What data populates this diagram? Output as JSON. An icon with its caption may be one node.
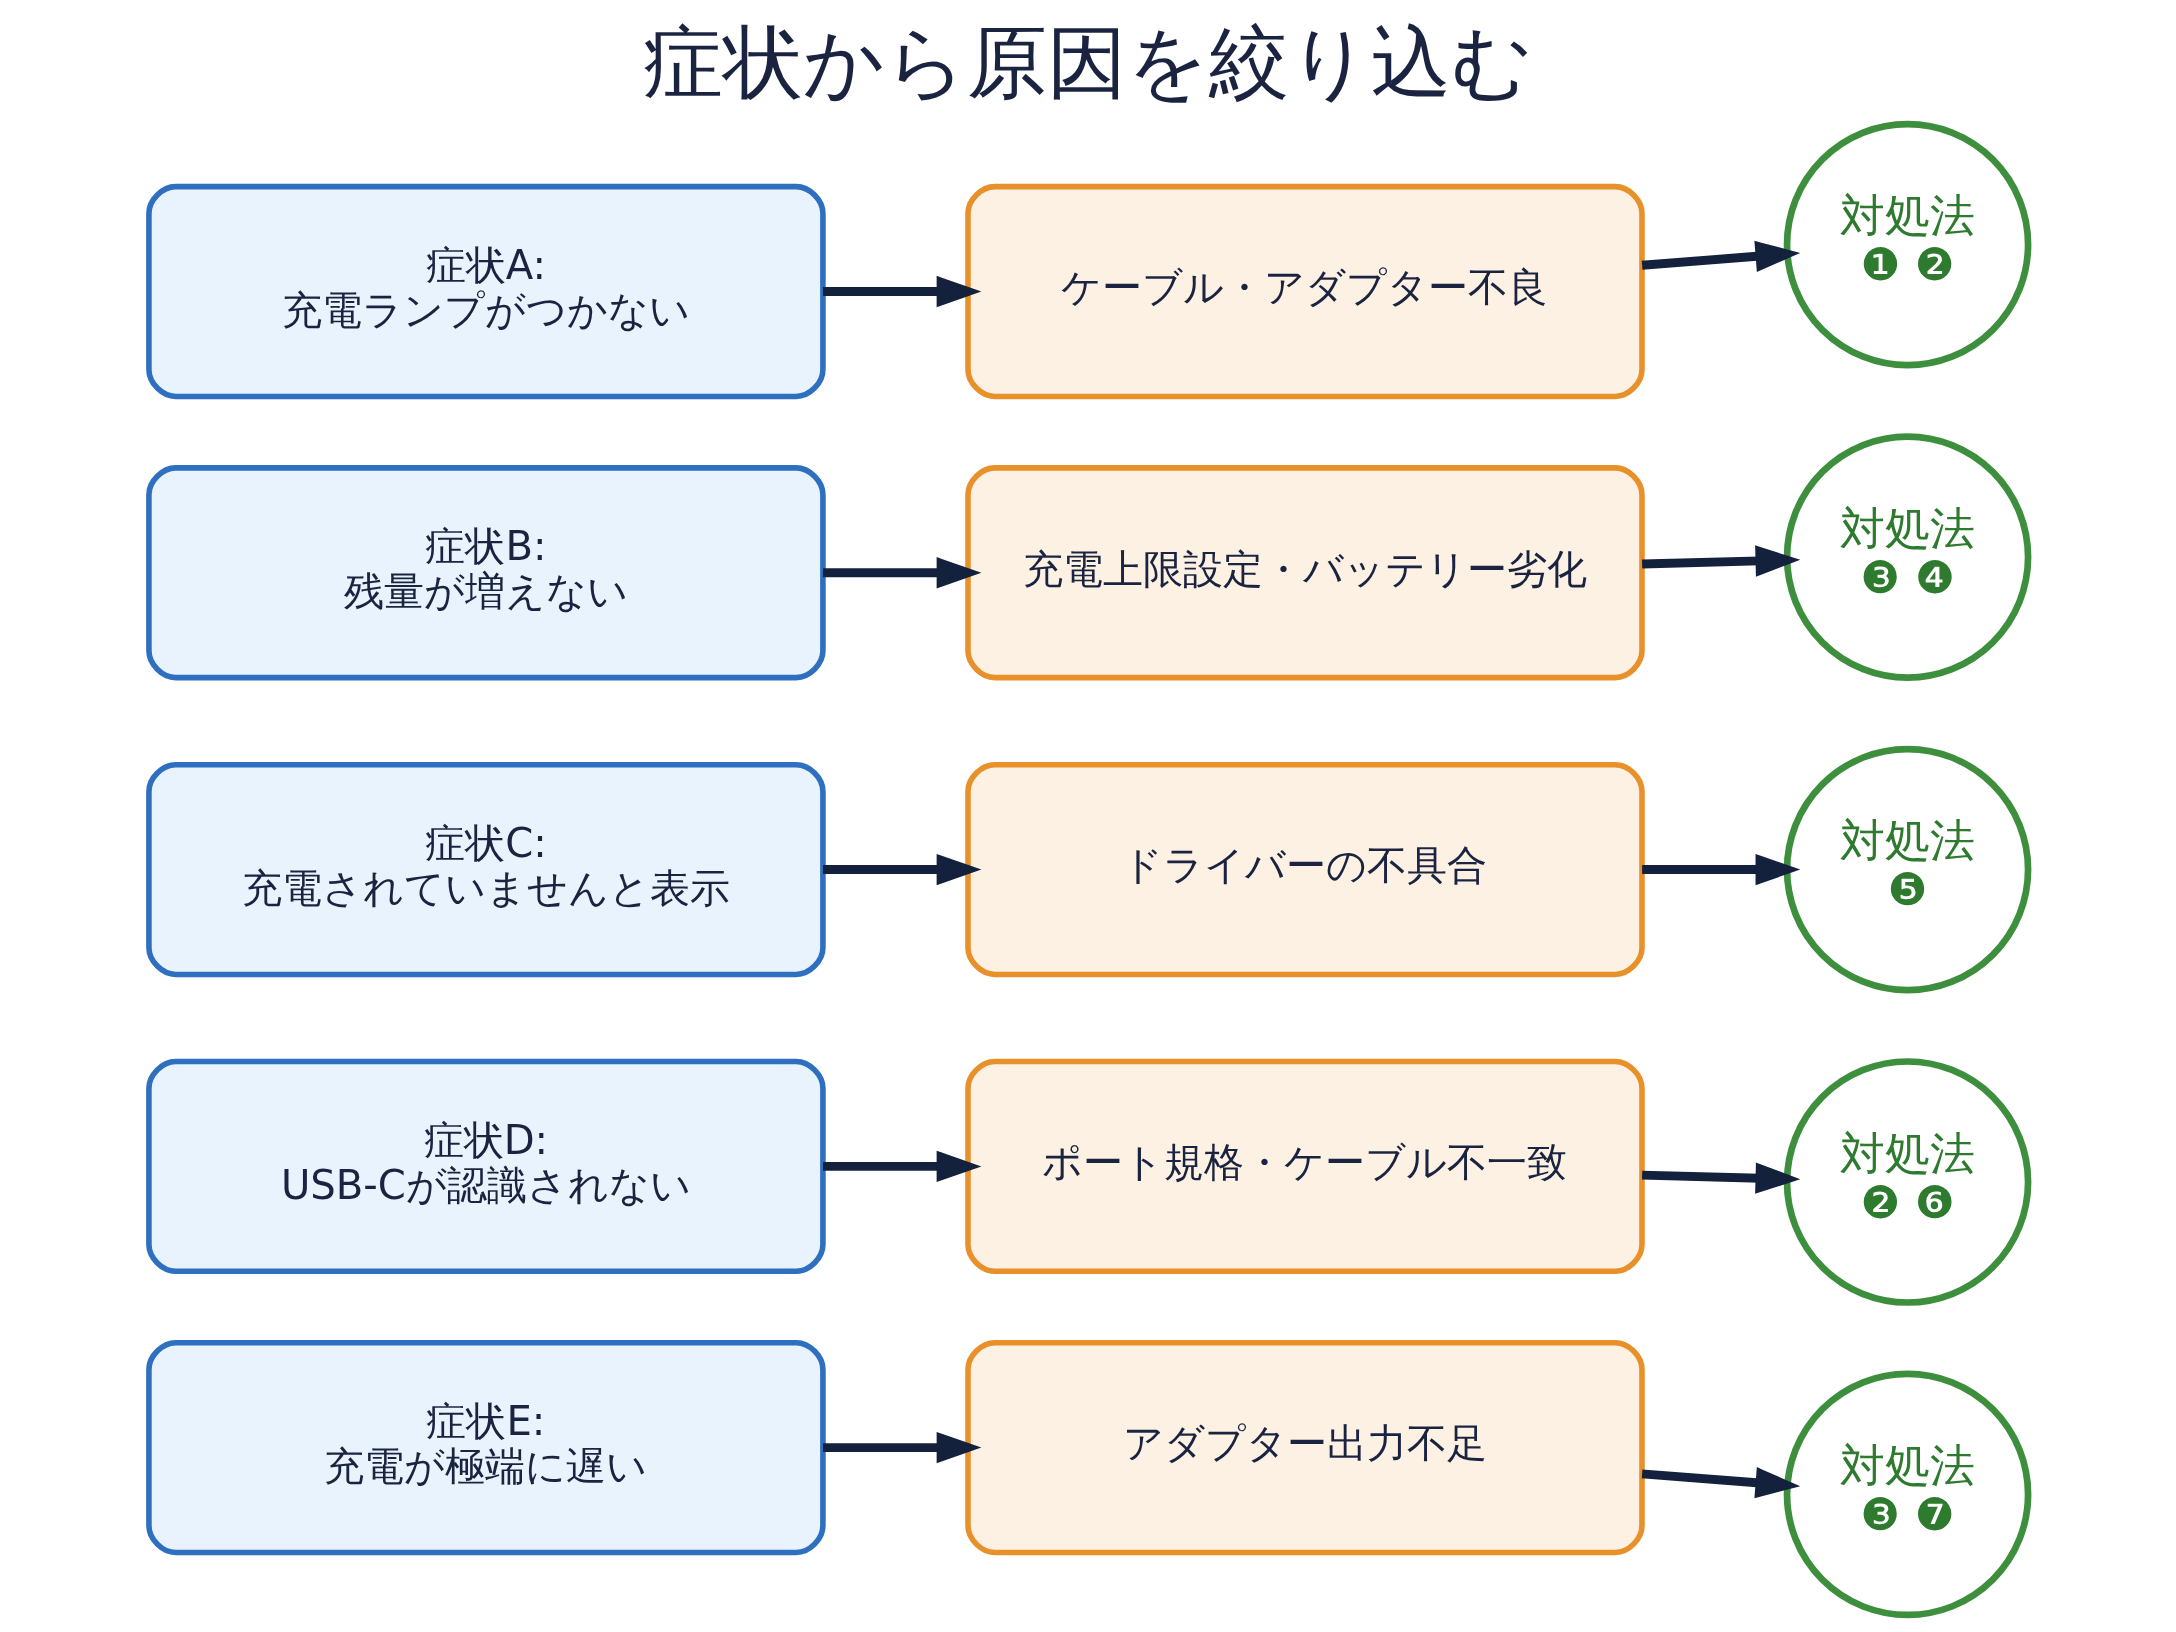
{
  "diagram": {
    "title": "症状から原因を絞り込む",
    "nodes": [
      {
        "text": [
          "症状A:",
          "充電ランプがつかない"
        ]
      },
      {
        "text": [
          "症状B:",
          "残量が増えない"
        ]
      },
      {
        "text": [
          "症状C:",
          "充電されていませんと表示"
        ]
      },
      {
        "text": [
          "症状D:",
          "USB-Cが認識されない"
        ]
      },
      {
        "text": [
          "症状E:",
          "充電が極端に遅い"
        ]
      },
      {
        "text": [
          "ケーブル・アダプター不良"
        ]
      },
      {
        "text": [
          "充電上限設定・バッテリー劣化"
        ]
      },
      {
        "text": [
          "ドライバーの不具合"
        ]
      },
      {
        "text": [
          "ポート規格・ケーブル不一致"
        ]
      },
      {
        "text": [
          "アダプター出力不足"
        ]
      },
      {
        "text": [
          "対処法",
          "❶ ❷"
        ]
      },
      {
        "text": [
          "対処法",
          "❸ ❹"
        ]
      },
      {
        "text": [
          "対処法",
          "❺"
        ]
      },
      {
        "text": [
          "対処法",
          "❷ ❻"
        ]
      },
      {
        "text": [
          "対処法",
          "❸ ❼"
        ]
      }
    ],
    "edges": [
      {
        "from": 0,
        "to": 5,
        "arrow": "to"
      },
      {
        "from": 5,
        "to": 10,
        "arrow": "to"
      },
      {
        "from": 1,
        "to": 6,
        "arrow": "to"
      },
      {
        "from": 6,
        "to": 11,
        "arrow": "to"
      },
      {
        "from": 2,
        "to": 7,
        "arrow": "to"
      },
      {
        "from": 7,
        "to": 12,
        "arrow": "to"
      },
      {
        "from": 3,
        "to": 8,
        "arrow": "to"
      },
      {
        "from": 8,
        "to": 13,
        "arrow": "to"
      },
      {
        "from": 4,
        "to": 9,
        "arrow": "to"
      },
      {
        "from": 9,
        "to": 14,
        "arrow": "to"
      }
    ]
  }
}
